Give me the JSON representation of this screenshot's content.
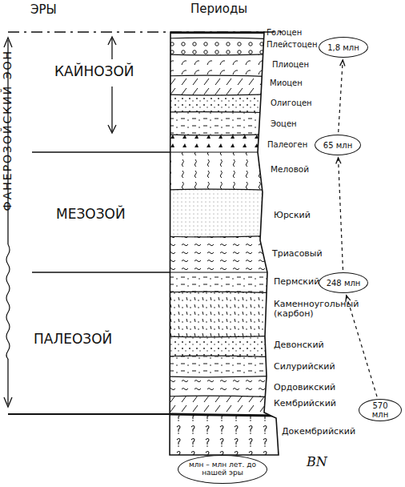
{
  "diagram": {
    "nodes": [
      {
        "text": [
          "1,8 млн"
        ]
      },
      {
        "text": [
          "65 млн"
        ]
      },
      {
        "text": [
          "248 млн"
        ]
      },
      {
        "text": [
          "570 млн"
        ]
      },
      {
        "text": [
          "млн – млн лет. до нашей эры"
        ]
      }
    ],
    "edges": [
      {
        "from": 3,
        "to": 2,
        "arrow": "to"
      },
      {
        "from": 2,
        "to": 1,
        "arrow": "to"
      },
      {
        "from": 1,
        "to": 0,
        "arrow": "to"
      }
    ],
    "labels": [
      "ЭРЫ",
      "Периоды",
      "КАЙНОЗОЙ",
      "МЕЗОЗОЙ",
      "ПАЛЕОЗОЙ",
      "ФАНЕРОЗОЙСКИЙ ЭОН",
      "Голоцен",
      "Плейстоцен",
      "Плиоцен",
      "Миоцен",
      "Олигоцен",
      "Эоцен",
      "Палеоген",
      "Меловой",
      "Юрский",
      "Триасовый",
      "Пермский",
      "Каменноугольный (карбон)",
      "Девонский",
      "Силурийский",
      "Ордовикский",
      "Кембрийский",
      "Докембрийский",
      "BN"
    ]
  }
}
